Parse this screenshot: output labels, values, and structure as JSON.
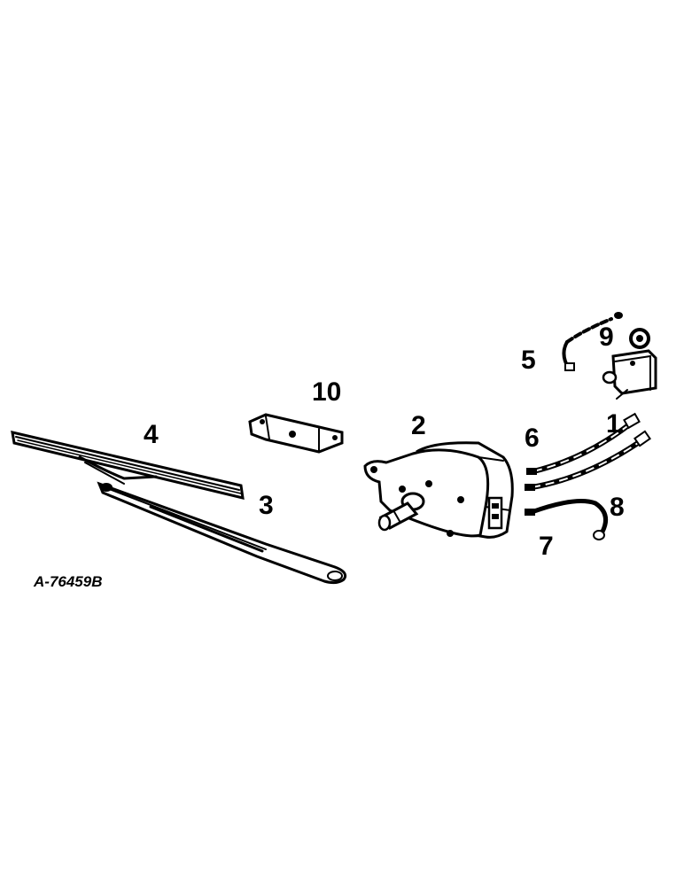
{
  "diagram": {
    "callouts": {
      "c1": "1",
      "c2": "2",
      "c3": "3",
      "c4": "4",
      "c5": "5",
      "c6": "6",
      "c7": "7",
      "c8": "8",
      "c9": "9",
      "c10": "10"
    },
    "reference_code": "A-76459B"
  }
}
